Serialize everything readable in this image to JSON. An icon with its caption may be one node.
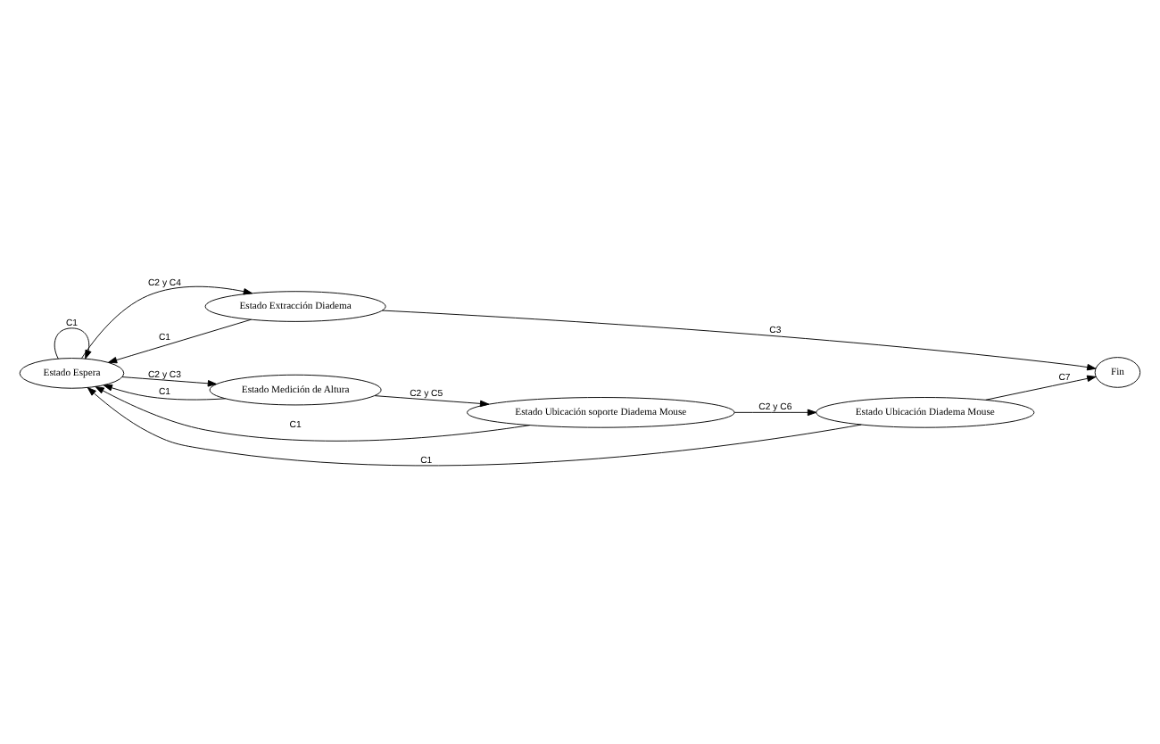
{
  "diagram": {
    "nodes": [
      {
        "text": [
          "Estado Espera"
        ]
      },
      {
        "text": [
          "Estado Extracción Diadema"
        ]
      },
      {
        "text": [
          "Fin"
        ]
      },
      {
        "text": [
          "Estado Medición de Altura"
        ]
      },
      {
        "text": [
          "Estado Ubicación Diadema Mouse"
        ]
      },
      {
        "text": [
          "Estado Ubicación soporte Diadema Mouse"
        ]
      }
    ],
    "edges": [
      {
        "from": 0,
        "to": 0,
        "arrow": "to",
        "label": "C1"
      },
      {
        "from": 0,
        "to": 1,
        "arrow": "to",
        "label": "C2 y C4"
      },
      {
        "from": 1,
        "to": 0,
        "arrow": "to",
        "label": "C1"
      },
      {
        "from": 1,
        "to": 2,
        "arrow": "to",
        "label": "C3"
      },
      {
        "from": 0,
        "to": 3,
        "arrow": "to",
        "label": "C2 y C3"
      },
      {
        "from": 3,
        "to": 0,
        "arrow": "to",
        "label": "C1"
      },
      {
        "from": 3,
        "to": 5,
        "arrow": "to",
        "label": "C2 y C5"
      },
      {
        "from": 5,
        "to": 0,
        "arrow": "to",
        "label": "C1"
      },
      {
        "from": 5,
        "to": 4,
        "arrow": "to",
        "label": "C2 y C6"
      },
      {
        "from": 4,
        "to": 0,
        "arrow": "to",
        "label": "C1"
      },
      {
        "from": 4,
        "to": 2,
        "arrow": "to",
        "label": "C7"
      }
    ]
  }
}
